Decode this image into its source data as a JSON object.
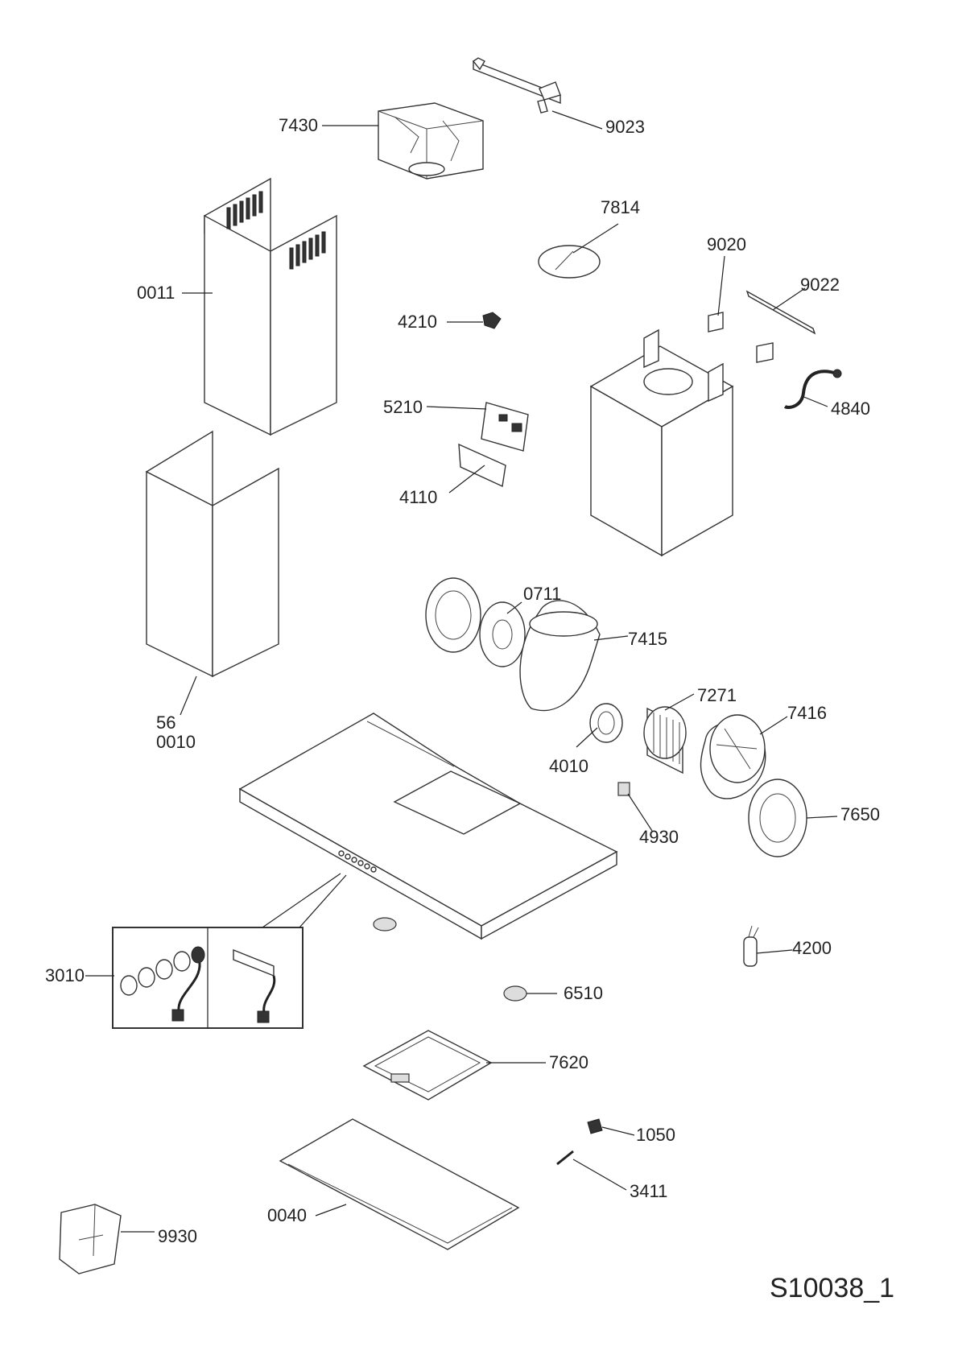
{
  "drawing_code": "S10038_1",
  "part_labels": {
    "p7430": "7430",
    "p9023": "9023",
    "p7814": "7814",
    "p9020": "9020",
    "p9022": "9022",
    "p0011": "0011",
    "p4210": "4210",
    "p5210": "5210",
    "p4840": "4840",
    "p4110": "4110",
    "p0711": "0711",
    "p7415": "7415",
    "p7271": "7271",
    "p7416": "7416",
    "p56": "56",
    "p0010": "0010",
    "p4010": "4010",
    "p4930": "4930",
    "p7650": "7650",
    "p4200": "4200",
    "p3010": "3010",
    "p6510": "6510",
    "p7620": "7620",
    "p1050": "1050",
    "p3411": "3411",
    "p0040": "0040",
    "p9930": "9930"
  }
}
